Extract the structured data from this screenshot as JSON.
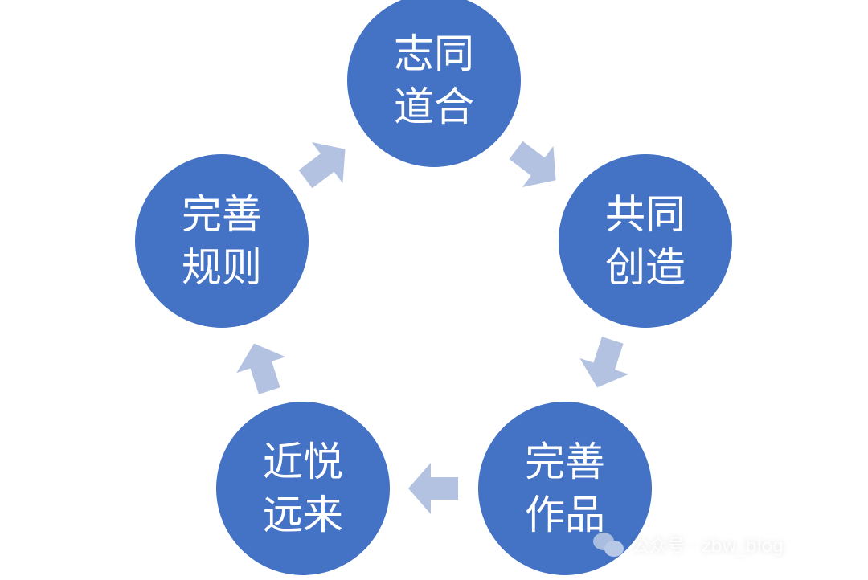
{
  "nodes": [
    {
      "line1": "志同",
      "line2": "道合"
    },
    {
      "line1": "共同",
      "line2": "创造"
    },
    {
      "line1": "完善",
      "line2": "作品"
    },
    {
      "line1": "近悦",
      "line2": "远来"
    },
    {
      "line1": "完善",
      "line2": "规则"
    }
  ],
  "colors": {
    "circle": "#4472c4",
    "arrow": "#b4c2e1"
  },
  "watermark": {
    "icon": "wechat-icon",
    "label": "公众号 · zbw_blog"
  }
}
